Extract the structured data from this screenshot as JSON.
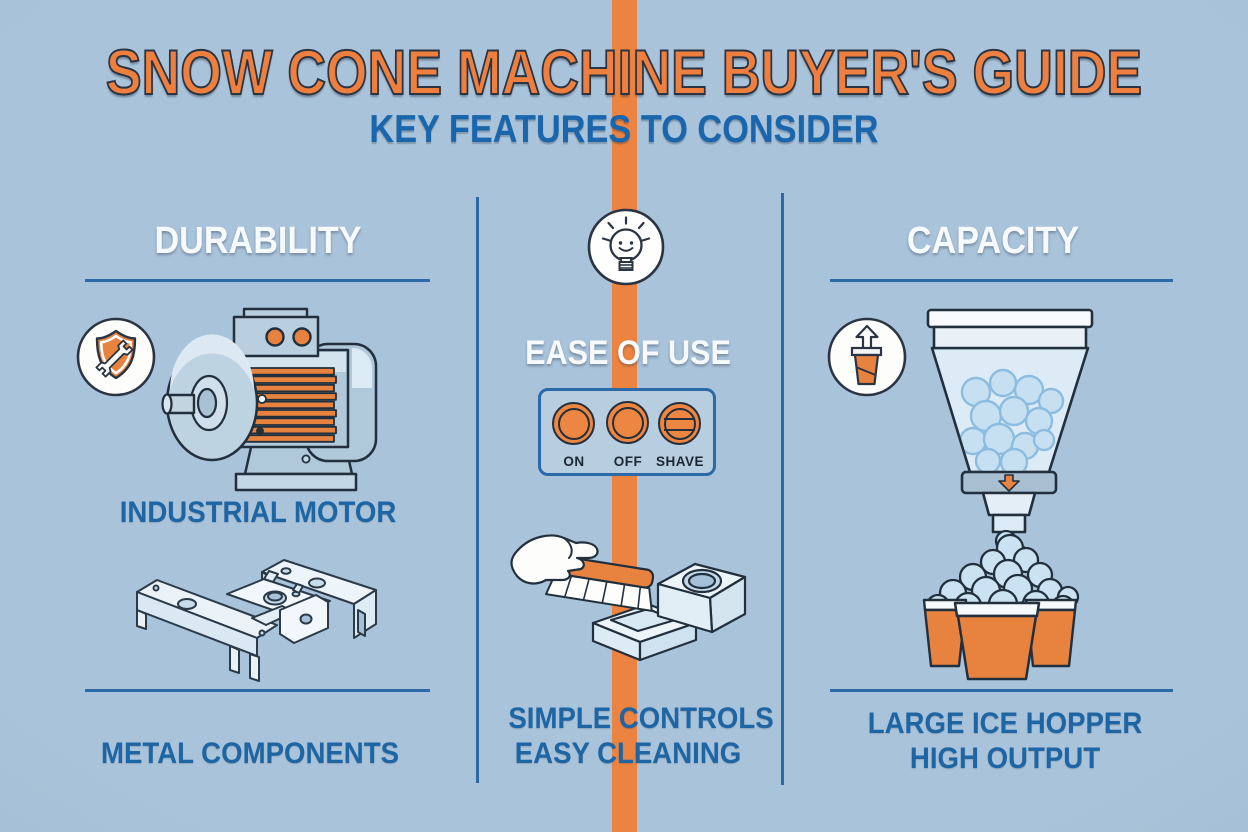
{
  "poster": {
    "title": "SNOW CONE MACHINE BUYER'S GUIDE",
    "subtitle": "KEY FEATURES TO CONSIDER"
  },
  "columns": {
    "durability": {
      "heading": "DURABILITY",
      "icon": "shield-wrench",
      "feature_1": {
        "label": "INDUSTRIAL MOTOR",
        "illustration": "industrial-motor"
      },
      "feature_2": {
        "label": "METAL COMPONENTS",
        "illustration": "metal-components"
      }
    },
    "ease_of_use": {
      "heading": "EASE OF USE",
      "icon": "lightbulb-smiley",
      "control_panel": {
        "buttons": [
          {
            "label": "ON"
          },
          {
            "label": "OFF"
          },
          {
            "label": "SHAVE"
          }
        ]
      },
      "illustration": "brush-cleaning-parts",
      "caption_line_1": "SIMPLE CONTROLS",
      "caption_line_2": "EASY CLEANING"
    },
    "capacity": {
      "heading": "CAPACITY",
      "icon": "cup-increase",
      "illustration": "ice-hopper-into-cups",
      "caption_line_1": "LARGE ICE HOPPER",
      "caption_line_2": "HIGH OUTPUT"
    }
  },
  "colors": {
    "background": "#a9c3da",
    "accent_orange": "#ec8340",
    "deep_blue_text": "#1e65a4",
    "white_text": "#f7fafc",
    "outline_dark": "#2a3442",
    "divider_blue": "#2b6aa6"
  }
}
